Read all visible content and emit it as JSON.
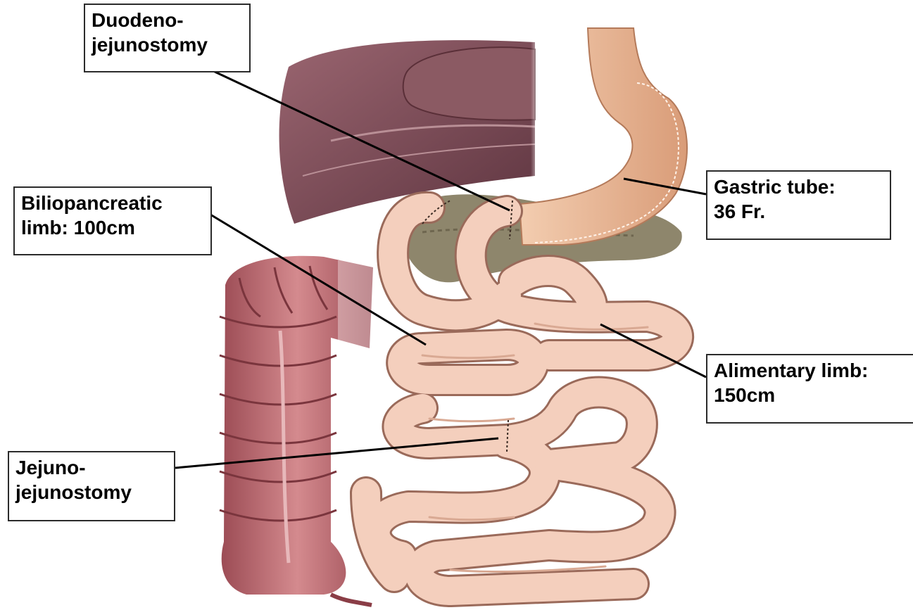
{
  "labels": {
    "duodeno_jejunostomy": {
      "line1": "Duodeno-",
      "line2": "jejunostomy"
    },
    "biliopancreatic_limb": {
      "line1": "Biliopancreatic",
      "line2": "limb: 100cm"
    },
    "gastric_tube": {
      "line1": "Gastric tube:",
      "line2": "36 Fr."
    },
    "alimentary_limb": {
      "line1": "Alimentary limb:",
      "line2": "150cm"
    },
    "jejuno_jejunostomy": {
      "line1": "Jejuno-",
      "line2": "jejunostomy"
    }
  },
  "colors": {
    "liver": "#7a4a52",
    "stomach": "#e9b48f",
    "small_bowel": "#f2c9b6",
    "colon": "#b8646b",
    "pancreas": "#8a8168",
    "leader_line": "#000000"
  }
}
